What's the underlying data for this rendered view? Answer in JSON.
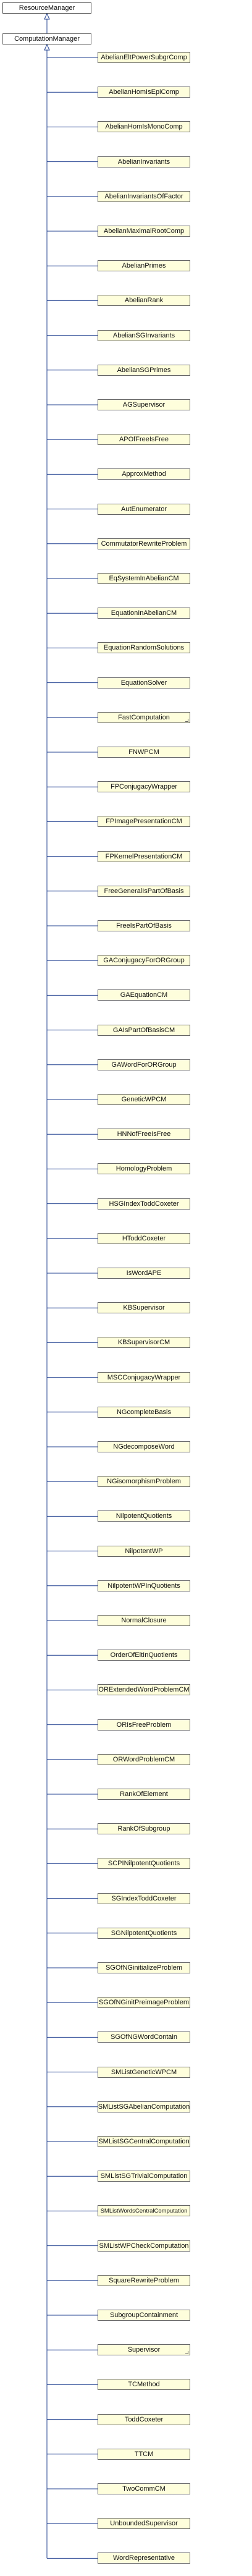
{
  "diagram": {
    "root": "ResourceManager",
    "parent": "ComputationManager",
    "children": [
      {
        "label": "AbelianEltPowerSubgrComp"
      },
      {
        "label": "AbelianHomIsEpiComp"
      },
      {
        "label": "AbelianHomIsMonoComp"
      },
      {
        "label": "AbelianInvariants"
      },
      {
        "label": "AbelianInvariantsOfFactor"
      },
      {
        "label": "AbelianMaximalRootComp"
      },
      {
        "label": "AbelianPrimes"
      },
      {
        "label": "AbelianRank"
      },
      {
        "label": "AbelianSGInvariants"
      },
      {
        "label": "AbelianSGPrimes"
      },
      {
        "label": "AGSupervisor"
      },
      {
        "label": "APOfFreeIsFree"
      },
      {
        "label": "ApproxMethod"
      },
      {
        "label": "AutEnumerator"
      },
      {
        "label": "CommutatorRewriteProblem"
      },
      {
        "label": "EqSystemInAbelianCM"
      },
      {
        "label": "EquationInAbelianCM"
      },
      {
        "label": "EquationRandomSolutions"
      },
      {
        "label": "EquationSolver"
      },
      {
        "label": "FastComputation",
        "folded": true
      },
      {
        "label": "FNWPCM"
      },
      {
        "label": "FPConjugacyWrapper"
      },
      {
        "label": "FPImagePresentationCM"
      },
      {
        "label": "FPKernelPresentationCM"
      },
      {
        "label": "FreeGeneralIsPartOfBasis"
      },
      {
        "label": "FreeIsPartOfBasis"
      },
      {
        "label": "GAConjugacyForORGroup"
      },
      {
        "label": "GAEquationCM"
      },
      {
        "label": "GAIsPartOfBasisCM"
      },
      {
        "label": "GAWordForORGroup"
      },
      {
        "label": "GeneticWPCM"
      },
      {
        "label": "HNNofFreeIsFree"
      },
      {
        "label": "HomologyProblem"
      },
      {
        "label": "HSGIndexToddCoxeter"
      },
      {
        "label": "HToddCoxeter"
      },
      {
        "label": "IsWordAPE"
      },
      {
        "label": "KBSupervisor"
      },
      {
        "label": "KBSupervisorCM"
      },
      {
        "label": "MSCConjugacyWrapper"
      },
      {
        "label": "NGcompleteBasis"
      },
      {
        "label": "NGdecomposeWord"
      },
      {
        "label": "NGisomorphismProblem"
      },
      {
        "label": "NilpotentQuotients"
      },
      {
        "label": "NilpotentWP"
      },
      {
        "label": "NilpotentWPInQuotients"
      },
      {
        "label": "NormalClosure"
      },
      {
        "label": "OrderOfEltInQuotients"
      },
      {
        "label": "ORExtendedWordProblemCM"
      },
      {
        "label": "ORIsFreeProblem"
      },
      {
        "label": "ORWordProblemCM"
      },
      {
        "label": "RankOfElement"
      },
      {
        "label": "RankOfSubgroup"
      },
      {
        "label": "SCPINilpotentQuotients"
      },
      {
        "label": "SGIndexToddCoxeter"
      },
      {
        "label": "SGNilpotentQuotients"
      },
      {
        "label": "SGOfNGinitializeProblem"
      },
      {
        "label": "SGOfNGinitPreimageProblem"
      },
      {
        "label": "SGOfNGWordContain"
      },
      {
        "label": "SMListGeneticWPCM"
      },
      {
        "label": "SMListSGAbelianComputation"
      },
      {
        "label": "SMListSGCentralComputation"
      },
      {
        "label": "SMListSGTrivialComputation"
      },
      {
        "label": "SMListWordsCentralComputation"
      },
      {
        "label": "SMListWPCheckComputation"
      },
      {
        "label": "SquareRewriteProblem"
      },
      {
        "label": "SubgroupContainment"
      },
      {
        "label": "Supervisor",
        "folded": true
      },
      {
        "label": "TCMethod"
      },
      {
        "label": "ToddCoxeter"
      },
      {
        "label": "TTCM"
      },
      {
        "label": "TwoCommCM"
      },
      {
        "label": "UnboundedSupervisor"
      },
      {
        "label": "WordRepresentative"
      }
    ]
  }
}
